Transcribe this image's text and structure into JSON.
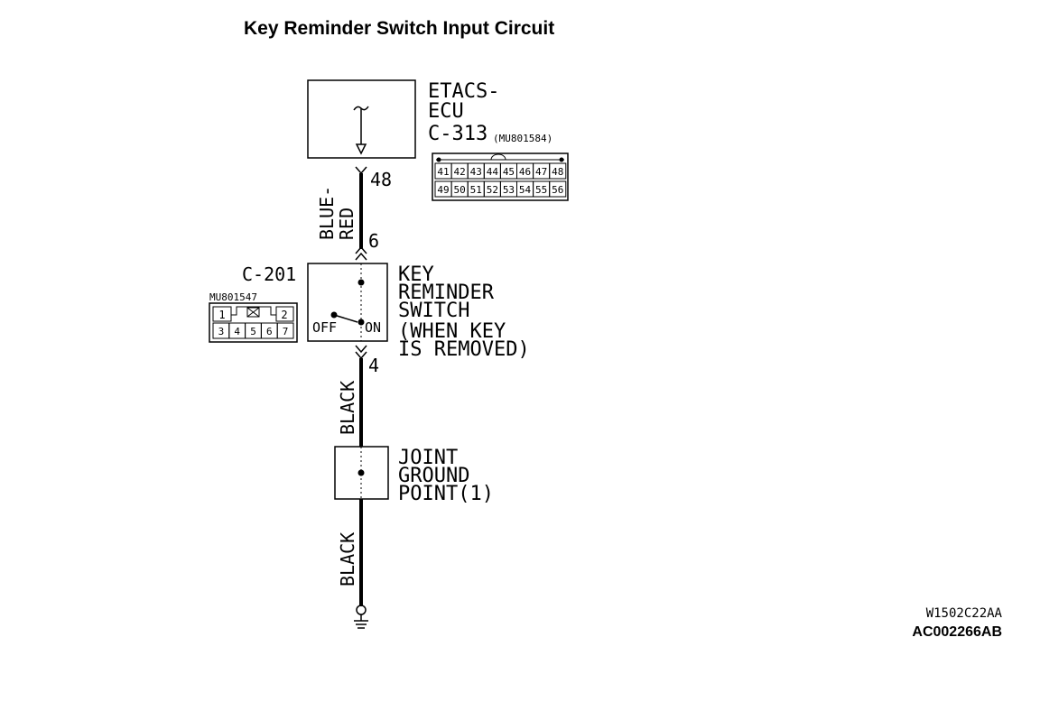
{
  "title": "Key Reminder Switch Input Circuit",
  "ecu": {
    "name_line1": "ETACS-",
    "name_line2": "ECU",
    "connector": "C-313",
    "part_no": "(MU801584)",
    "pins_row1": [
      "41",
      "42",
      "43",
      "44",
      "45",
      "46",
      "47",
      "48"
    ],
    "pins_row2": [
      "49",
      "50",
      "51",
      "52",
      "53",
      "54",
      "55",
      "56"
    ],
    "pin": "48"
  },
  "wire_upper": {
    "color_line1": "BLUE-",
    "color_line2": "RED"
  },
  "switch": {
    "connector": "C-201",
    "part_no": "MU801547",
    "pins_row1": [
      "1",
      "",
      "2"
    ],
    "pins_row2": [
      "3",
      "4",
      "5",
      "6",
      "7"
    ],
    "pin_top": "6",
    "pin_bottom": "4",
    "off_label": "OFF",
    "on_label": "ON",
    "name_line1": "KEY",
    "name_line2": "REMINDER",
    "name_line3": "SWITCH",
    "cond_line1": "(WHEN KEY",
    "cond_line2": "IS REMOVED)"
  },
  "wire_middle": {
    "color": "BLACK"
  },
  "ground_point": {
    "line1": "JOINT",
    "line2": "GROUND",
    "line3": "POINT(1)"
  },
  "wire_lower": {
    "color": "BLACK"
  },
  "refs": {
    "code1": "W1502C22AA",
    "code2": "AC002266AB"
  }
}
